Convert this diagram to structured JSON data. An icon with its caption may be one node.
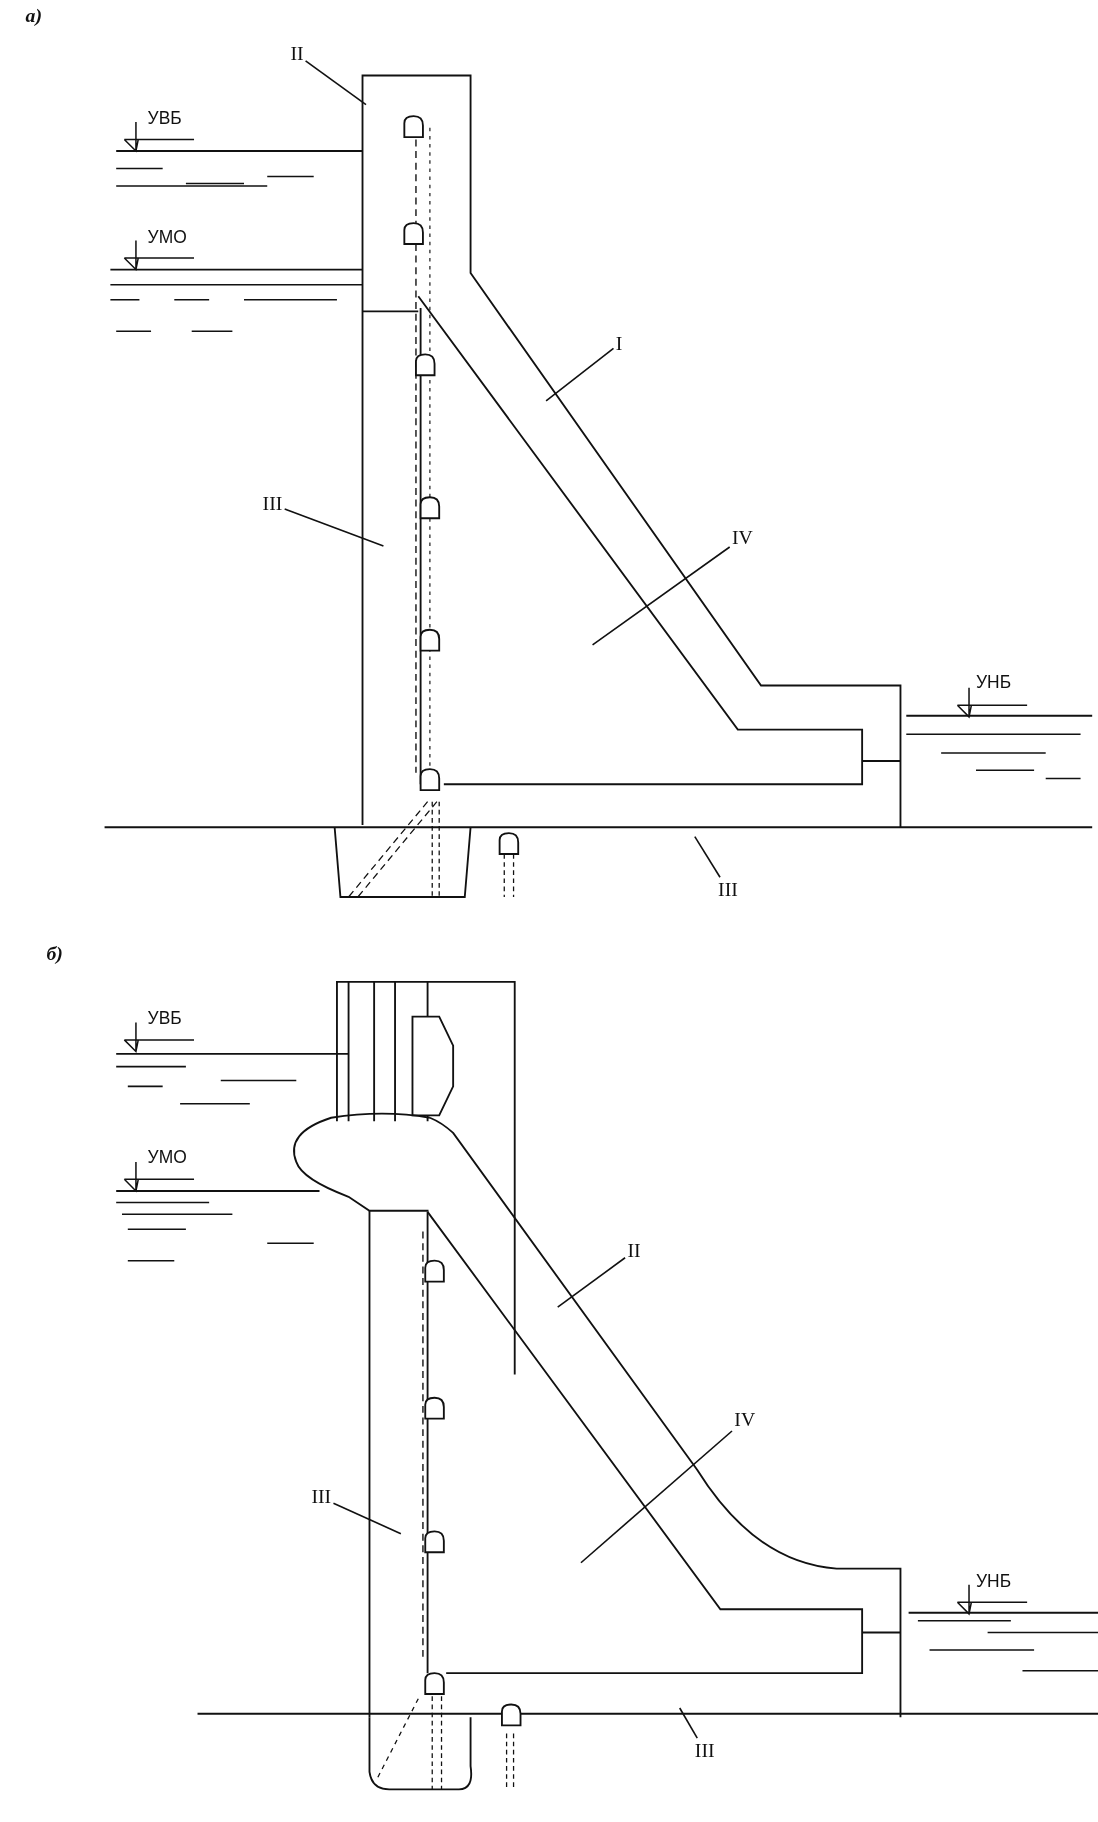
{
  "diagram": {
    "nodes": [
      {
        "text": [
          "II"
        ]
      },
      {
        "text": [
          "I"
        ]
      },
      {
        "text": [
          "III"
        ]
      },
      {
        "text": [
          "IV"
        ]
      },
      {
        "text": [
          "III"
        ]
      },
      {
        "text": [
          "II"
        ]
      },
      {
        "text": [
          "III"
        ]
      },
      {
        "text": [
          "IV"
        ]
      },
      {
        "text": [
          "III"
        ]
      }
    ],
    "edges": [
      {
        "from": 0,
        "to": null,
        "arrow": "none"
      },
      {
        "from": 1,
        "to": null,
        "arrow": "none"
      },
      {
        "from": 2,
        "to": null,
        "arrow": "none"
      },
      {
        "from": 3,
        "to": null,
        "arrow": "none"
      },
      {
        "from": 4,
        "to": null,
        "arrow": "none"
      },
      {
        "from": 5,
        "to": null,
        "arrow": "none"
      },
      {
        "from": 6,
        "to": null,
        "arrow": "none"
      },
      {
        "from": 7,
        "to": null,
        "arrow": "none"
      },
      {
        "from": 8,
        "to": null,
        "arrow": "none"
      }
    ],
    "labels": [
      "а)",
      "УВБ",
      "УМО",
      "УНБ",
      "б)",
      "УВБ",
      "УМО",
      "УНБ"
    ]
  }
}
